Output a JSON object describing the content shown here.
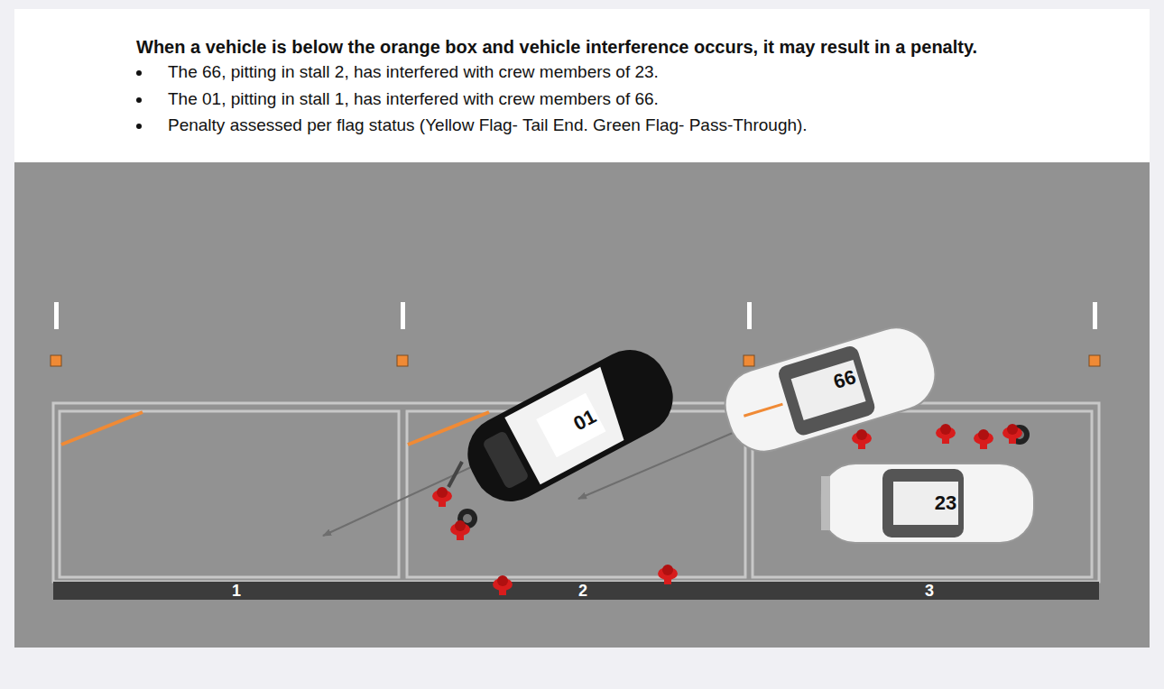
{
  "diagram": {
    "title": "When a vehicle is below the orange box and vehicle interference occurs, it may result in a penalty.",
    "labels": [
      "The 66, pitting in stall 2, has interfered with crew members of 23.",
      "The 01, pitting in stall 1, has interfered with crew members of 66.",
      "Penalty assessed per flag status (Yellow Flag- Tail End. Green Flag- Pass-Through).",
      "01",
      "66",
      "23",
      "1",
      "2",
      "3"
    ]
  }
}
